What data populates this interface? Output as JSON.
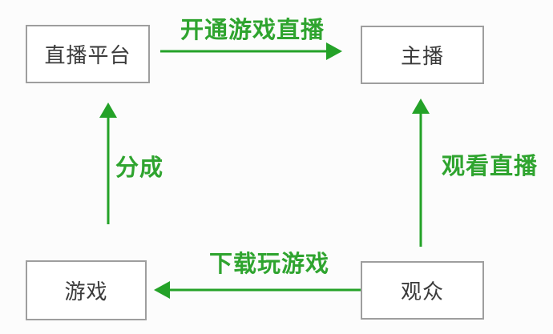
{
  "diagram": {
    "title": "game-livestream-ecosystem-flow",
    "nodes": {
      "platform": {
        "label": "直播平台"
      },
      "streamer": {
        "label": "主播"
      },
      "game": {
        "label": "游戏"
      },
      "audience": {
        "label": "观众"
      }
    },
    "edges": {
      "open_stream": {
        "label": "开通游戏直播",
        "from": "直播平台",
        "to": "主播",
        "direction": "right"
      },
      "revenue_share": {
        "label": "分成",
        "from": "游戏",
        "to": "直播平台",
        "direction": "up"
      },
      "watch_stream": {
        "label": "观看直播",
        "from": "观众",
        "to": "主播",
        "direction": "up"
      },
      "download_play": {
        "label": "下载玩游戏",
        "from": "观众",
        "to": "游戏",
        "direction": "left"
      }
    },
    "colors": {
      "arrow": "#24a228",
      "label": "#2fa42f",
      "box_border": "#9e9e9e",
      "box_text": "#3b3b3b",
      "background": "#fcfcfc"
    }
  }
}
